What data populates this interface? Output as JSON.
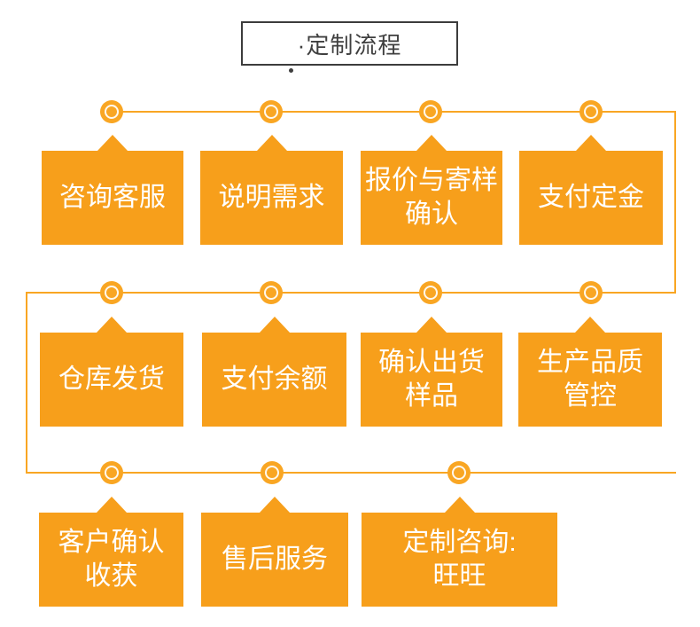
{
  "title": {
    "label": "·定制流程"
  },
  "flow": {
    "rows": [
      {
        "steps": [
          "咨询客服",
          "说明需求",
          "报价与寄样\n确认",
          "支付定金"
        ]
      },
      {
        "steps": [
          "仓库发货",
          "支付余额",
          "确认出货\n样品",
          "生产品质\n管控"
        ]
      },
      {
        "steps": [
          "客户确认\n收获",
          "售后服务",
          "定制咨询:\n旺旺"
        ]
      }
    ]
  },
  "colors": {
    "step_fill": "#F79F1B",
    "connector": "#F9A623",
    "step_text": "#FFFFFF",
    "title_text": "#3F3F3F",
    "title_border": "#3C3C3C",
    "background": "#FFFFFF"
  }
}
